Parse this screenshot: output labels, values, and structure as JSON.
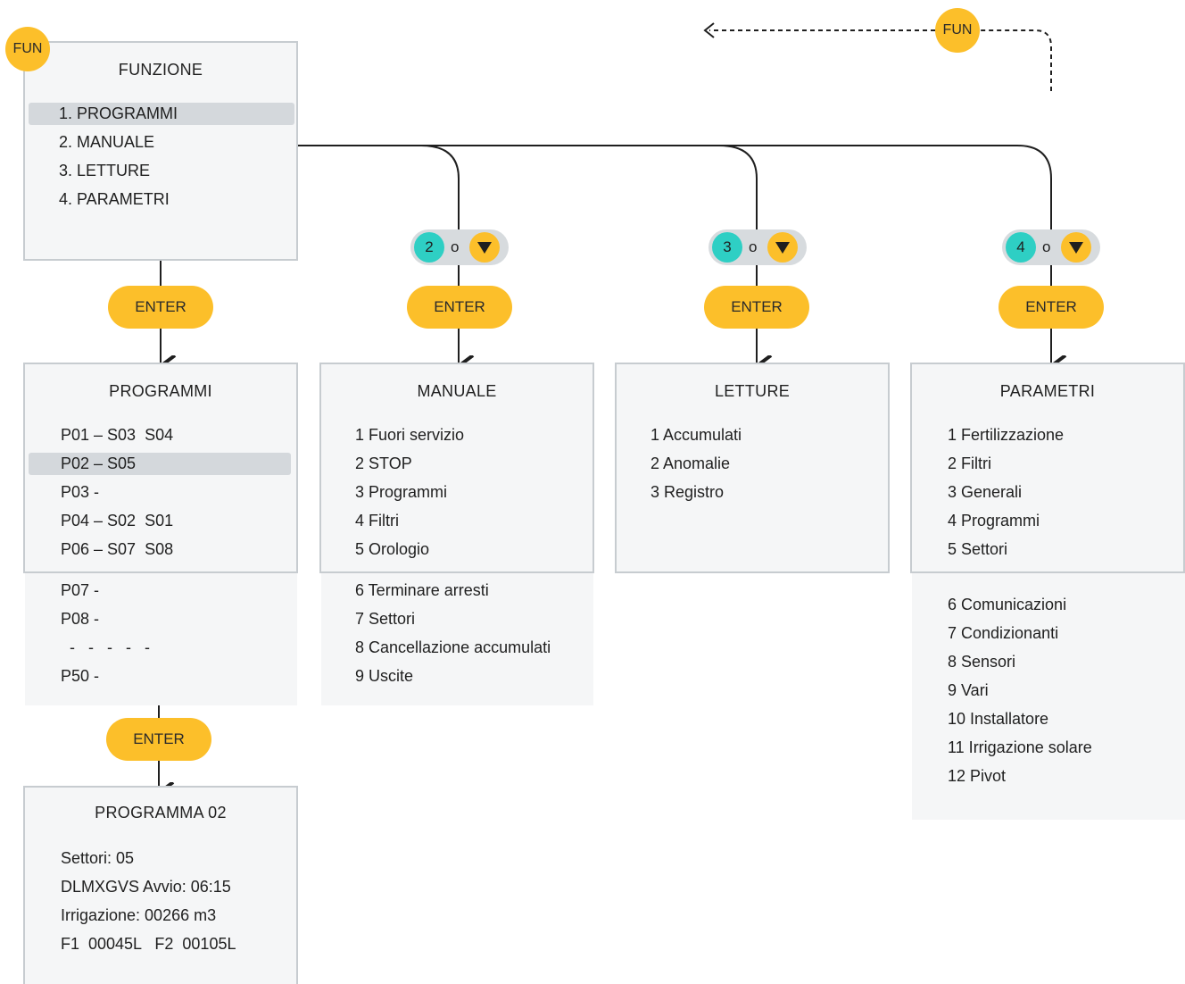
{
  "top_fun_label": "FUN",
  "fun_badge": "FUN",
  "enter_label": "ENTER",
  "or_label": "o",
  "funzione": {
    "title": "FUNZIONE",
    "items": [
      "1. PROGRAMMI",
      "2. MANUALE",
      "3. LETTURE",
      "4. PARAMETRI"
    ]
  },
  "selectors": [
    "2",
    "3",
    "4"
  ],
  "programmi": {
    "title": "PROGRAMMI",
    "items": [
      "P01 – S03  S04",
      "P02 – S05",
      "P03 -",
      "P04 – S02  S01",
      "P06 – S07  S08"
    ],
    "more": [
      "P07 -",
      "P08 -",
      "  -   -   -   -   -",
      "P50 -"
    ]
  },
  "manuale": {
    "title": "MANUALE",
    "items": [
      "1 Fuori servizio",
      "2 STOP",
      "3 Programmi",
      "4 Filtri",
      "5 Orologio"
    ],
    "more": [
      "6 Terminare arresti",
      "7 Settori",
      "8 Cancellazione accumulati",
      "9 Uscite"
    ]
  },
  "letture": {
    "title": "LETTURE",
    "items": [
      "1 Accumulati",
      "2 Anomalie",
      "3 Registro"
    ]
  },
  "parametri": {
    "title": "PARAMETRI",
    "items": [
      "1 Fertilizzazione",
      "2 Filtri",
      "3 Generali",
      "4 Programmi",
      "5 Settori"
    ],
    "more": [
      "6 Comunicazioni",
      "7 Condizionanti",
      "8 Sensori",
      "9 Vari",
      "10 Installatore",
      "11 Irrigazione solare",
      "12 Pivot"
    ]
  },
  "programma02": {
    "title": "PROGRAMMA 02",
    "lines": [
      "Settori: 05",
      "DLMXGVS Avvio: 06:15",
      "Irrigazione: 00266 m3",
      "F1  00045L   F2  00105L"
    ]
  }
}
